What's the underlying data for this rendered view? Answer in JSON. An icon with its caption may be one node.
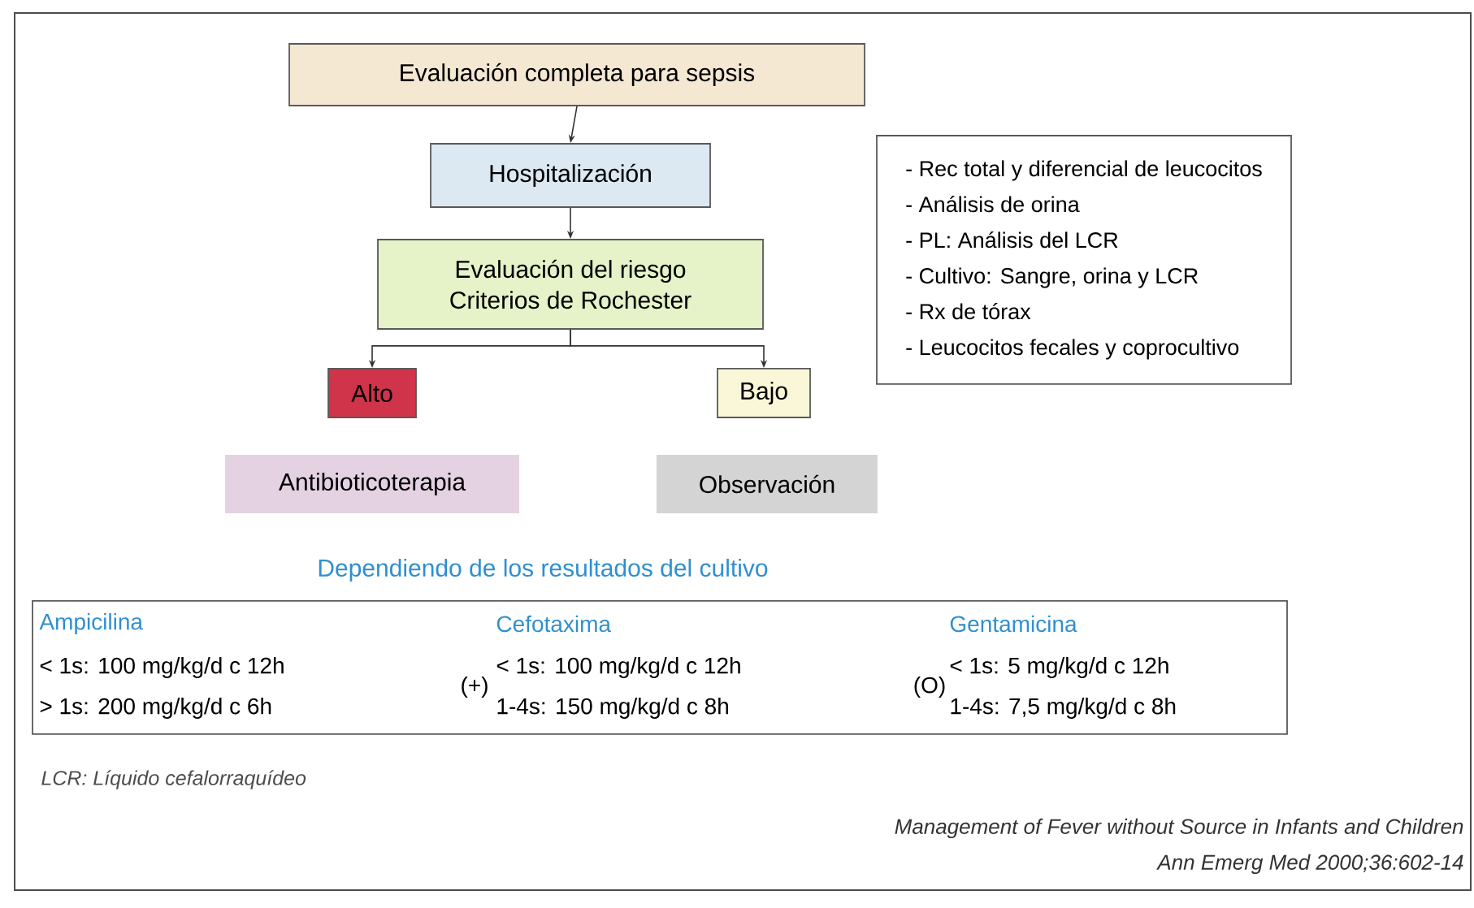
{
  "diagram": {
    "nodes": [
      {
        "text": [
          "Evaluación completa para sepsis"
        ]
      },
      {
        "text": [
          "Hospitalización"
        ]
      },
      {
        "text": [
          "Evaluación del riesgo",
          "Criterios de Rochester"
        ]
      },
      {
        "text": [
          "Alto"
        ]
      },
      {
        "text": [
          "Bajo"
        ]
      },
      {
        "text": [
          "Antibioticoterapia"
        ]
      },
      {
        "text": [
          "Observación"
        ]
      },
      {
        "text": [
          "- Rec total y diferencial de leucocitos",
          "- Análisis de orina",
          "- PL: Análisis del LCR",
          "- Cultivo: Sangre, orina y LCR",
          "- Rx de tórax",
          "- Leucocitos fecales y coprocultivo"
        ]
      },
      {
        "text": [
          "Ampicilina",
          "< 1s: 100 mg/kg/d c 12h",
          "> 1s: 200 mg/kg/d c 6h",
          "(+)",
          "Cefotaxima",
          "< 1s: 100 mg/kg/d c 12h",
          "1-4s: 150 mg/kg/d c 8h",
          "(O)",
          "Gentamicina",
          "< 1s: 5 mg/kg/d c 12h",
          "1-4s: 7,5 mg/kg/d c 8h"
        ]
      }
    ],
    "edges": [
      {
        "from": 0,
        "to": 1,
        "arrow": "to"
      },
      {
        "from": 1,
        "to": 2,
        "arrow": "to"
      },
      {
        "from": 2,
        "to": 3,
        "arrow": "to"
      },
      {
        "from": 2,
        "to": 4,
        "arrow": "to"
      }
    ],
    "labels": [
      "Dependiendo de los resultados del cultivo",
      "LCR: Líquido cefalorraquídeo",
      "Management of Fever without Source in Infants and Children",
      "Ann Emerg Med 2000;36:602-14"
    ]
  }
}
